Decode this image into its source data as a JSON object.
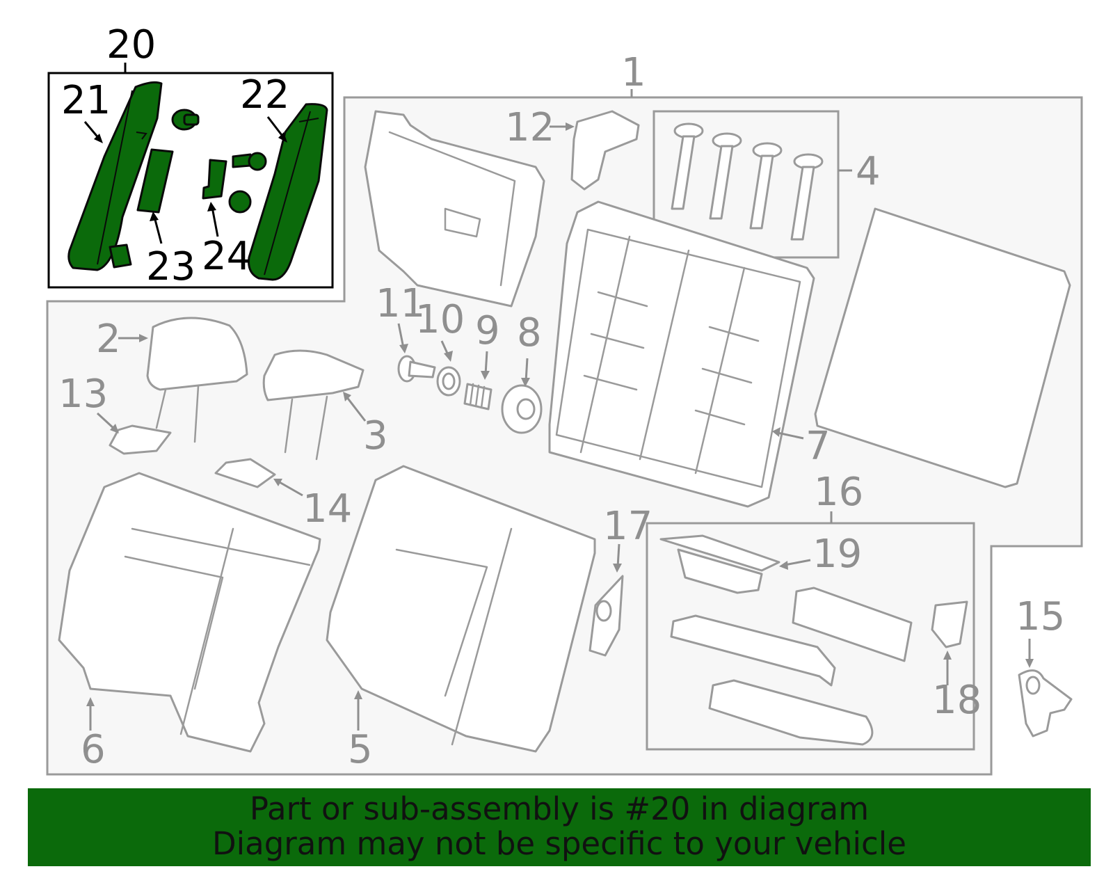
{
  "diagram": {
    "callouts": [
      {
        "id": "1",
        "label": "1"
      },
      {
        "id": "2",
        "label": "2"
      },
      {
        "id": "3",
        "label": "3"
      },
      {
        "id": "4",
        "label": "4"
      },
      {
        "id": "5",
        "label": "5"
      },
      {
        "id": "6",
        "label": "6"
      },
      {
        "id": "7",
        "label": "7"
      },
      {
        "id": "8",
        "label": "8"
      },
      {
        "id": "9",
        "label": "9"
      },
      {
        "id": "10",
        "label": "10"
      },
      {
        "id": "11",
        "label": "11"
      },
      {
        "id": "12",
        "label": "12"
      },
      {
        "id": "13",
        "label": "13"
      },
      {
        "id": "14",
        "label": "14"
      },
      {
        "id": "15",
        "label": "15"
      },
      {
        "id": "16",
        "label": "16"
      },
      {
        "id": "17",
        "label": "17"
      },
      {
        "id": "18",
        "label": "18"
      },
      {
        "id": "19",
        "label": "19"
      },
      {
        "id": "20",
        "label": "20"
      },
      {
        "id": "21",
        "label": "21"
      },
      {
        "id": "22",
        "label": "22"
      },
      {
        "id": "23",
        "label": "23"
      },
      {
        "id": "24",
        "label": "24"
      }
    ],
    "highlighted_part": "20",
    "colors": {
      "highlight_fill": "#0b6a0b",
      "line_gray": "#9a9a9a",
      "panel_bg": "#f7f7f7",
      "banner_bg": "#0b6a0b"
    }
  },
  "banner": {
    "line1": "Part or sub-assembly is #20 in diagram",
    "line2": "Diagram may not be specific to your vehicle"
  }
}
